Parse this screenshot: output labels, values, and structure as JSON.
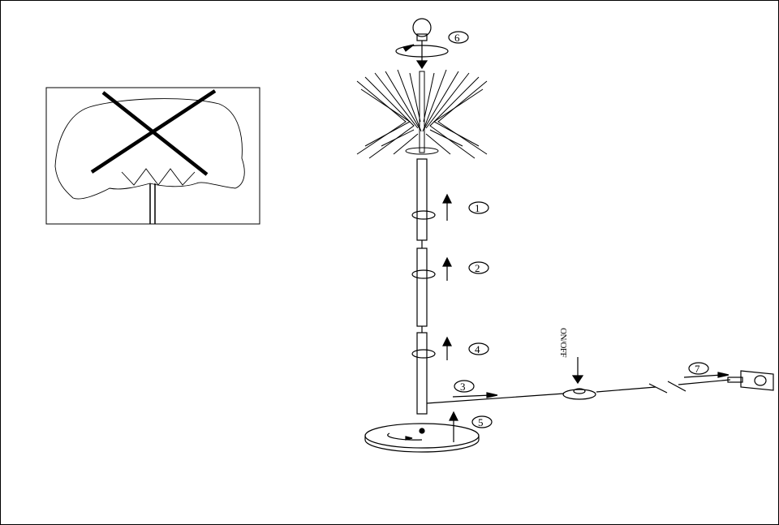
{
  "diagram": {
    "title": "Floor lamp assembly",
    "steps": [
      "1",
      "2",
      "4",
      "3",
      "5",
      "6",
      "7"
    ],
    "switch_label": "ON/OFF",
    "warning": "do-not-cover-lampshade",
    "line_color": "#000000",
    "background": "#ffffff"
  }
}
